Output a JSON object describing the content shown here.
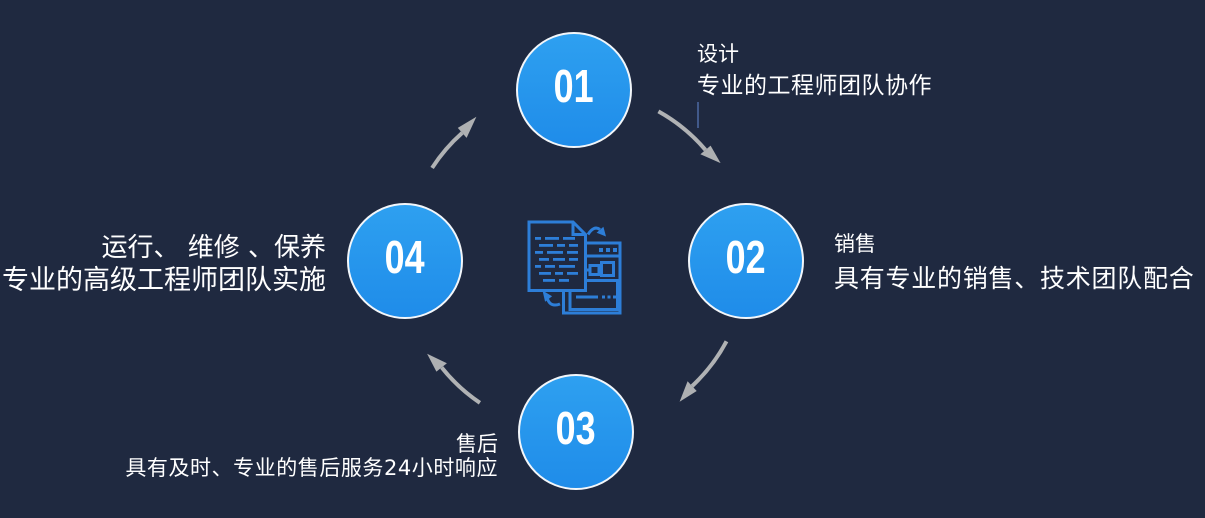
{
  "background": "#1f2940",
  "accent_blue": "#2196f0",
  "icon_blue": "#2d7ed8",
  "arrow_gray": "#b0b2b4",
  "steps": [
    {
      "num": "01",
      "title": "设计",
      "desc": "专业的工程师团队协作"
    },
    {
      "num": "02",
      "title": "销售",
      "desc": "具有专业的销售、技术团队配合"
    },
    {
      "num": "03",
      "title": "售后",
      "desc": "具有及时、专业的售后服务24小时响应"
    },
    {
      "num": "04",
      "title": "运行、 维修 、保养",
      "desc": "专业的高级工程师团队实施"
    }
  ],
  "center_icon": "documents-exchange-icon"
}
